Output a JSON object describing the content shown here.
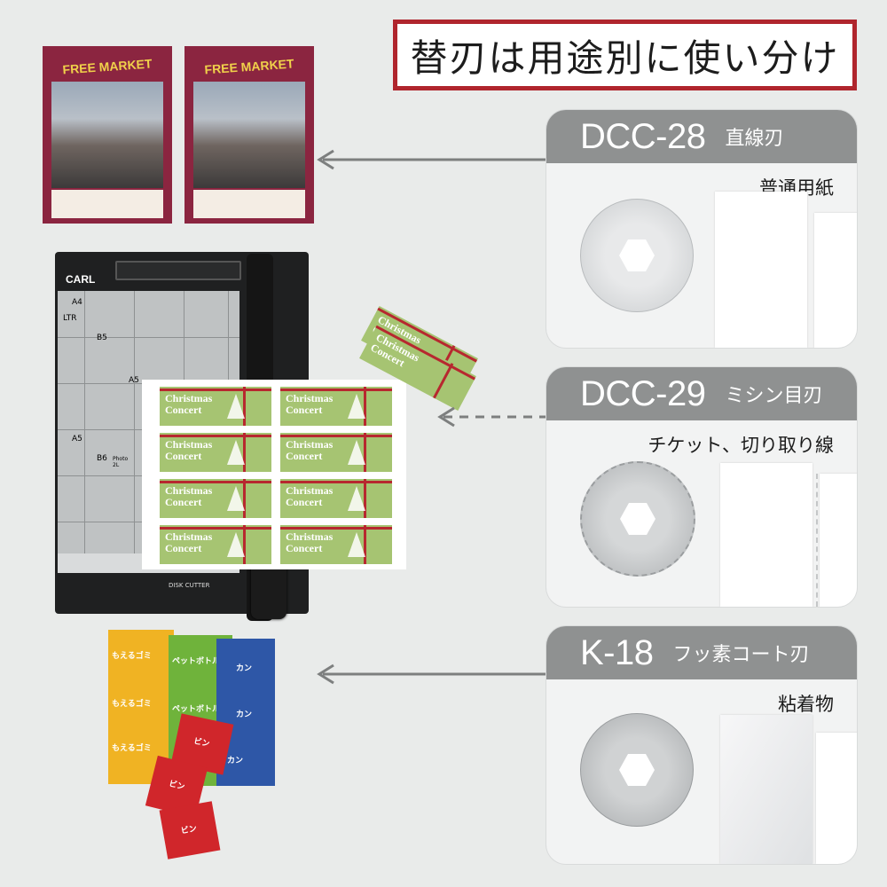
{
  "headline": "替刃は用途別に使い分け",
  "blades": [
    {
      "model": "DCC-28",
      "type": "直線刃",
      "usage": "普通用紙"
    },
    {
      "model": "DCC-29",
      "type": "ミシン目刃",
      "usage": "チケット、切り取り線"
    },
    {
      "model": "K-18",
      "type": "フッ素コート刃",
      "usage": "粘着物"
    }
  ],
  "flyer": {
    "title": "FREE MARKET"
  },
  "cutter": {
    "brand": "CARL",
    "size_marks": [
      "A4",
      "LTR",
      "B5",
      "A5",
      "A5",
      "B6",
      "Photo 2L"
    ],
    "label": "DISK CUTTER"
  },
  "tickets": {
    "line1": "Christmas",
    "line2": "Concert"
  },
  "sort_labels": [
    "もえるゴミ",
    "ペットボトル",
    "カン",
    "ビン"
  ],
  "colors": {
    "title_border": "#b0252d",
    "card_header": "#8f9191",
    "ticket_green": "#a6c472",
    "ticket_red": "#b7282f"
  }
}
